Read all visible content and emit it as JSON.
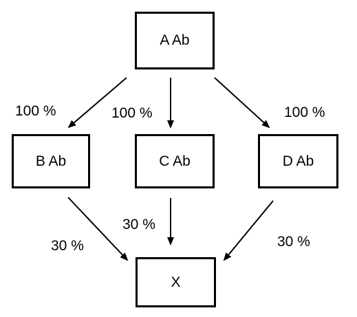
{
  "nodes": {
    "a": "A Ab",
    "b": "B Ab",
    "c": "C Ab",
    "d": "D Ab",
    "x": "X"
  },
  "edges": {
    "a_to_b": "100 %",
    "a_to_c": "100 %",
    "a_to_d": "100 %",
    "b_to_x": "30 %",
    "c_to_x": "30 %",
    "d_to_x": "30 %"
  }
}
